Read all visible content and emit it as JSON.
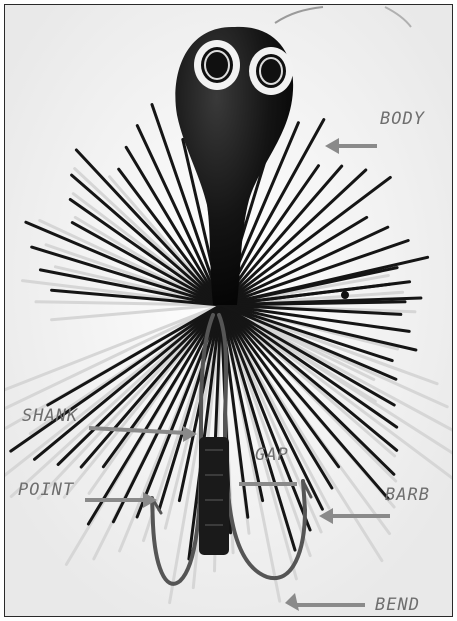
{
  "labels": {
    "body": "BODY",
    "shank": "SHANK",
    "gap": "GAP",
    "point": "POINT",
    "barb": "BARB",
    "bend": "BEND"
  },
  "colors": {
    "lure_body": "#111111",
    "label_text": "#6e6e6e",
    "arrow": "#8a8a8a",
    "hook": "#555555"
  }
}
